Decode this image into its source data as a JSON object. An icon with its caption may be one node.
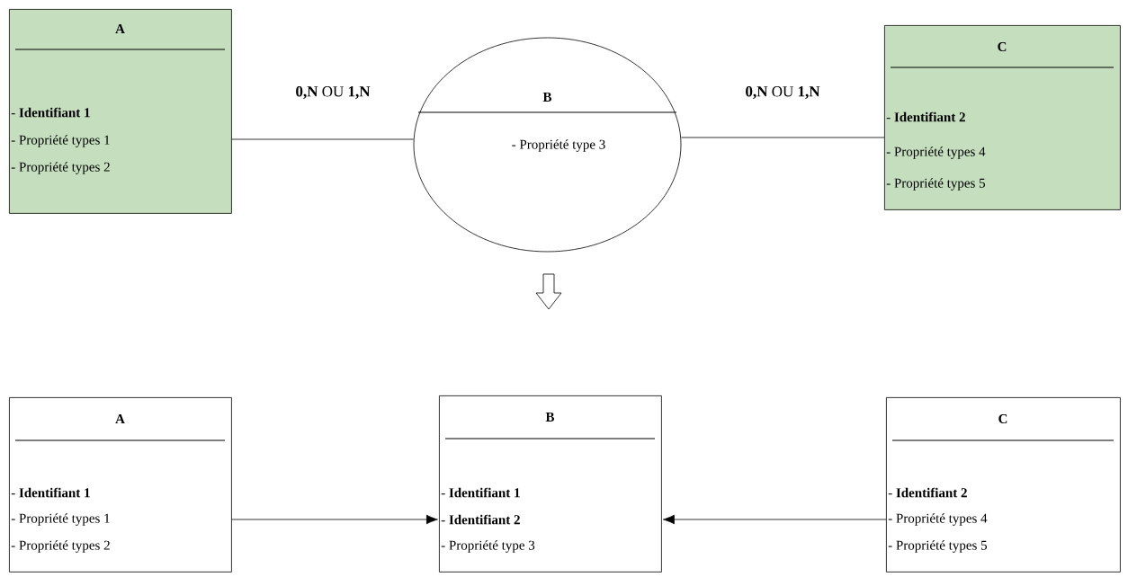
{
  "diagram": {
    "nodes": [
      {
        "text": [
          "A",
          "- **Identifiant 1**",
          "- Propriété types 1",
          "- Propriété types 2"
        ]
      },
      {
        "text": [
          "B",
          "- Propriété type 3"
        ]
      },
      {
        "text": [
          "C",
          "- **Identifiant 2**",
          "- Propriété types 4",
          "- Propriété types 5"
        ]
      },
      {
        "text": [
          "A",
          "- **Identifiant 1**",
          "- Propriété types 1",
          "- Propriété types 2"
        ]
      },
      {
        "text": [
          "B",
          "- **Identifiant 1**",
          "- **Identifiant 2**",
          "- Propriété type 3"
        ]
      },
      {
        "text": [
          "C",
          "- **Identifiant 2**",
          "- Propriété types 4",
          "- Propriété types 5"
        ]
      }
    ],
    "edges": [
      {
        "from": 0,
        "to": 1,
        "arrow": "none",
        "label": "**0,N**  OU  **1,N**"
      },
      {
        "from": 1,
        "to": 2,
        "arrow": "none",
        "label": "**0,N**  OU  **1,N**"
      },
      {
        "from": 3,
        "to": 4,
        "arrow": "to"
      },
      {
        "from": 5,
        "to": 4,
        "arrow": "to"
      }
    ]
  }
}
